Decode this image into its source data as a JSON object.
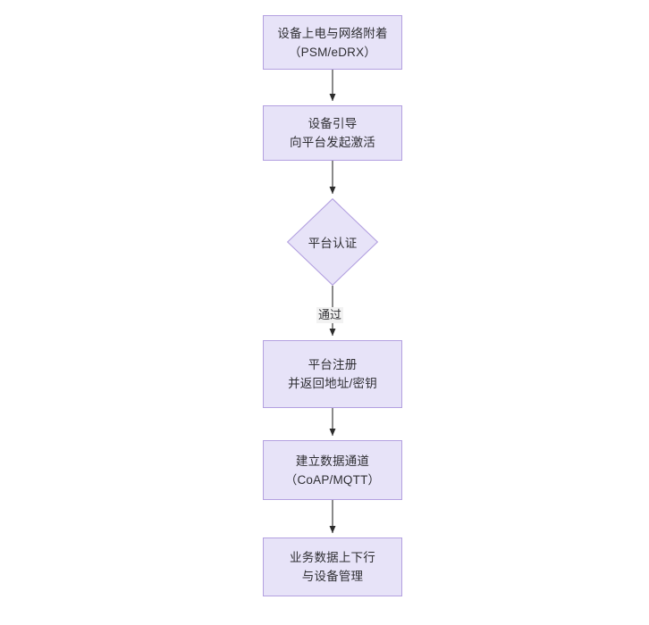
{
  "diagram": {
    "type": "flowchart",
    "orientation": "top-to-bottom",
    "background_color": "#ffffff",
    "node_fill_color": "#e7e3f8",
    "node_border_color": "#b3a0e0",
    "text_color": "#2f2f33",
    "edge_color": "#2b2b2b",
    "edge_label_background": "#f2f2f2"
  },
  "nodes": [
    {
      "id": "power-on",
      "shape": "rectangle",
      "line1": "设备上电与网络附着",
      "line2": "（PSM/eDRX）"
    },
    {
      "id": "bootstrap",
      "shape": "rectangle",
      "line1": "设备引导",
      "line2": "向平台发起激活"
    },
    {
      "id": "platform-auth",
      "shape": "diamond",
      "line1": "平台认证",
      "line2": ""
    },
    {
      "id": "platform-register",
      "shape": "rectangle",
      "line1": "平台注册",
      "line2": "并返回地址/密钥"
    },
    {
      "id": "data-channel",
      "shape": "rectangle",
      "line1": "建立数据通道",
      "line2": "（CoAP/MQTT）"
    },
    {
      "id": "business-data",
      "shape": "rectangle",
      "line1": "业务数据上下行",
      "line2": "与设备管理"
    }
  ],
  "edges": [
    {
      "id": "e1",
      "from": "power-on",
      "to": "bootstrap",
      "label": ""
    },
    {
      "id": "e2",
      "from": "bootstrap",
      "to": "platform-auth",
      "label": ""
    },
    {
      "id": "e3",
      "from": "platform-auth",
      "to": "platform-register",
      "label": "通过"
    },
    {
      "id": "e4",
      "from": "platform-register",
      "to": "data-channel",
      "label": ""
    },
    {
      "id": "e5",
      "from": "data-channel",
      "to": "business-data",
      "label": ""
    }
  ]
}
